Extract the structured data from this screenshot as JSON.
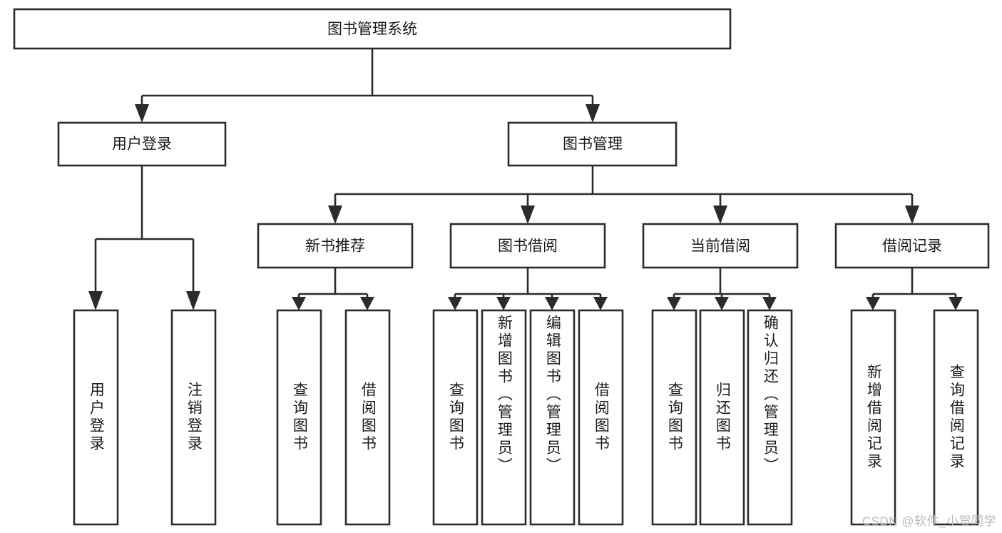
{
  "diagram": {
    "title": "图书管理系统",
    "type": "tree-hierarchy-chart",
    "orientation": "top-down",
    "colors": {
      "box_fill": "#ffffff",
      "box_stroke": "#2b2b2b",
      "text": "#1b1b1b",
      "background": "#ffffff",
      "watermark": "#b9b9b9"
    },
    "root": {
      "label": "图书管理系统"
    },
    "level2": [
      {
        "label": "用户登录"
      },
      {
        "label": "图书管理"
      }
    ],
    "level3": [
      {
        "label": "新书推荐"
      },
      {
        "label": "图书借阅"
      },
      {
        "label": "当前借阅"
      },
      {
        "label": "借阅记录"
      }
    ],
    "leaves": {
      "user_login": [
        {
          "label": "用户登录"
        },
        {
          "label": "注销登录"
        }
      ],
      "new_book_recommend": [
        {
          "label": "查询图书"
        },
        {
          "label": "借阅图书"
        }
      ],
      "book_borrow": [
        {
          "label": "查询图书"
        },
        {
          "label": "新增图书（管理员）"
        },
        {
          "label": "编辑图书（管理员）"
        },
        {
          "label": "借阅图书"
        }
      ],
      "current_borrow": [
        {
          "label": "查询图书"
        },
        {
          "label": "归还图书"
        },
        {
          "label": "确认归还（管理员）"
        }
      ],
      "borrow_records": [
        {
          "label": "新增借阅记录"
        },
        {
          "label": "查询借阅记录"
        }
      ]
    }
  },
  "watermark": {
    "text": "CSDN @软件_小贺同学"
  }
}
